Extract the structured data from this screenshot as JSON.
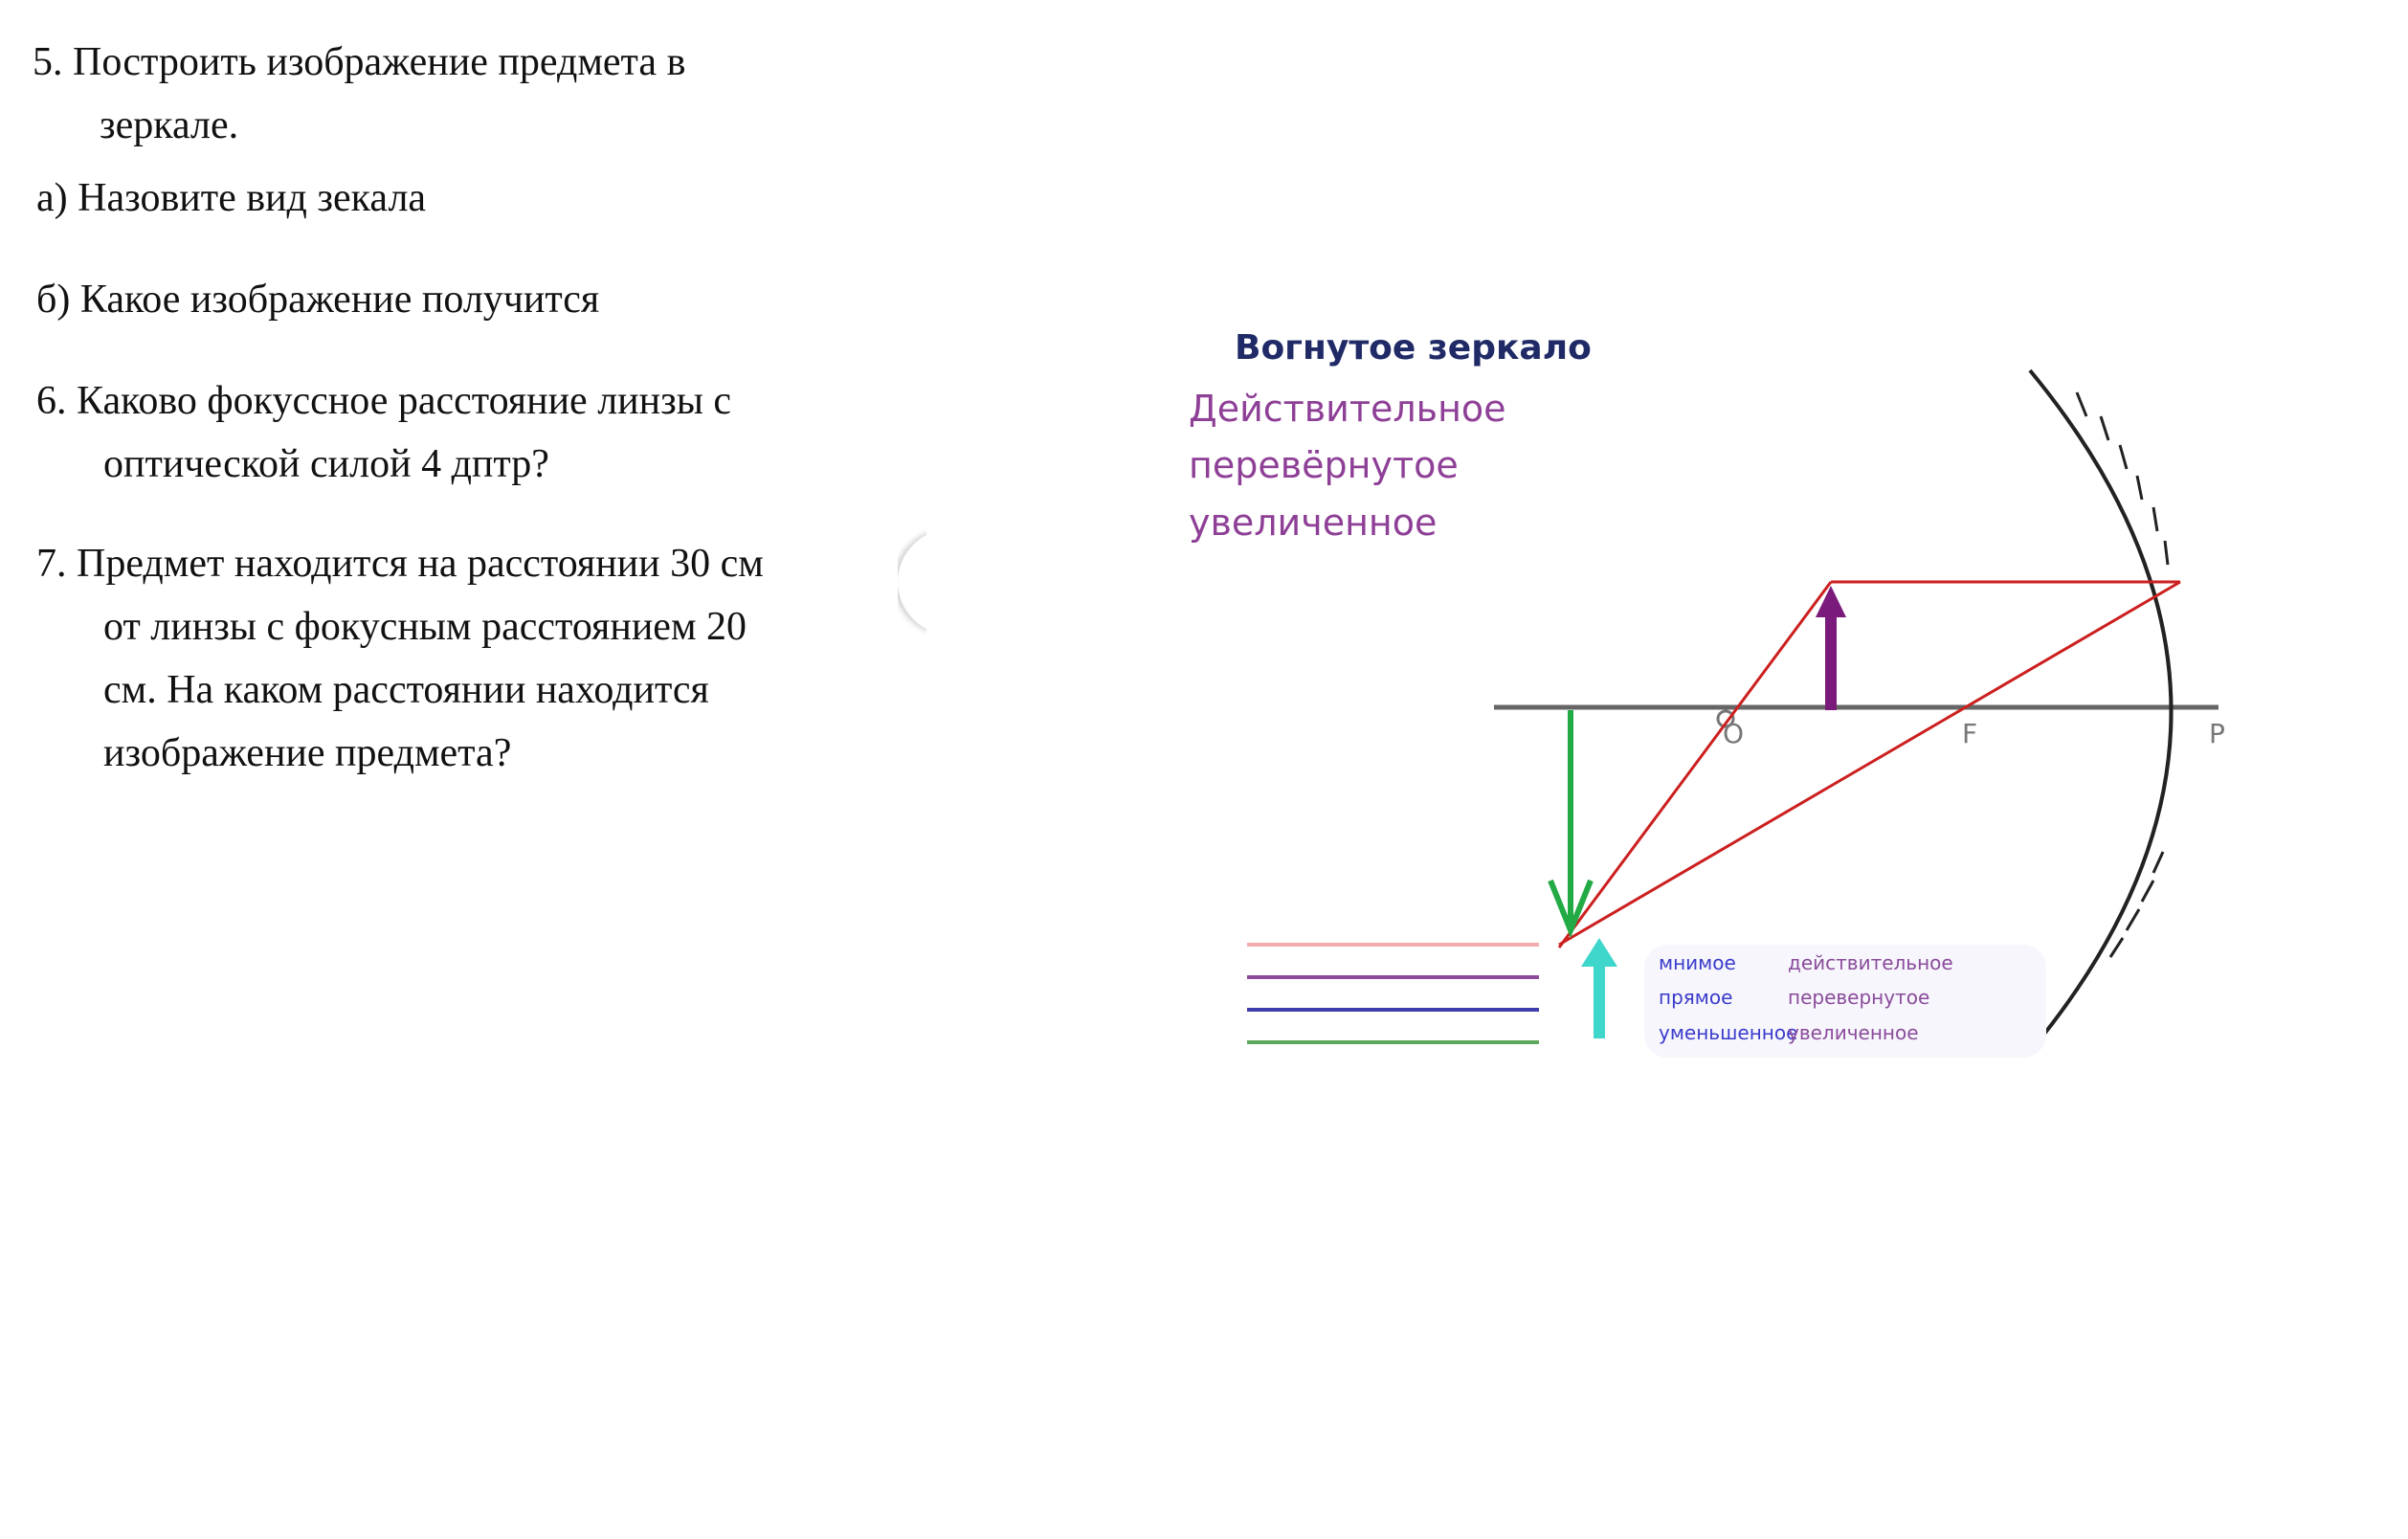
{
  "questions": {
    "q5_line1": "5.  Построить изображение предмета в",
    "q5_line2": "зеркале.",
    "q5a": "а) Назовите вид зекала",
    "q5b": "б) Какое изображение получится",
    "q6_line1": "6. Каково фокуссное расстояние линзы с",
    "q6_line2": "оптической силой 4 дптр?",
    "q7_line1": "7. Предмет находится на расстоянии 30 см",
    "q7_line2": "от линзы с фокусным расстоянием 20",
    "q7_line3": "см. На каком расстоянии находится",
    "q7_line4": "изображение предмета?"
  },
  "diagram": {
    "title": "Вогнутое зеркало",
    "answer": [
      "Действительное",
      "перевёрнутое",
      "увеличенное"
    ],
    "labels": {
      "o": "O",
      "f": "F",
      "p": "P"
    },
    "legend": [
      [
        "мнимое",
        "действительное"
      ],
      [
        "прямое",
        "перевернутое"
      ],
      [
        "уменьшенное",
        "увеличенное"
      ]
    ],
    "colors": {
      "ray": "#cc1f1f",
      "object": "#7a1a7a",
      "image": "#22aa44",
      "cyan_arrow": "#3fd6cc",
      "answer_text": "#8e3f96",
      "line_pink": "#f4abab",
      "line_purple": "#8b4b9b",
      "line_blue": "#3d3dab",
      "line_green": "#5ea85e"
    }
  }
}
